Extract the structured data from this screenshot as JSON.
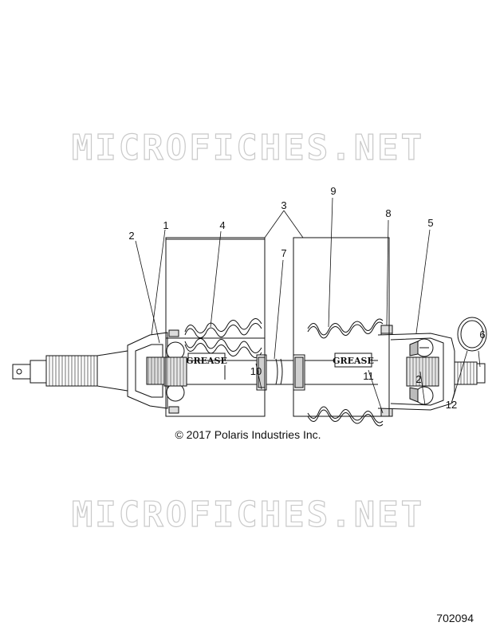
{
  "watermark_top": "MICROFICHES.NET",
  "watermark_bottom": "MICROFICHES.NET",
  "copyright": "© 2017 Polaris Industries Inc.",
  "diagram_id": "702094",
  "grease_label": "GREASE",
  "callouts": {
    "c1": "1",
    "c2a": "2",
    "c2b": "2",
    "c3": "3",
    "c4": "4",
    "c5": "5",
    "c6": "6",
    "c7": "7",
    "c8": "8",
    "c9": "9",
    "c10": "10",
    "c11": "11",
    "c12": "12"
  }
}
